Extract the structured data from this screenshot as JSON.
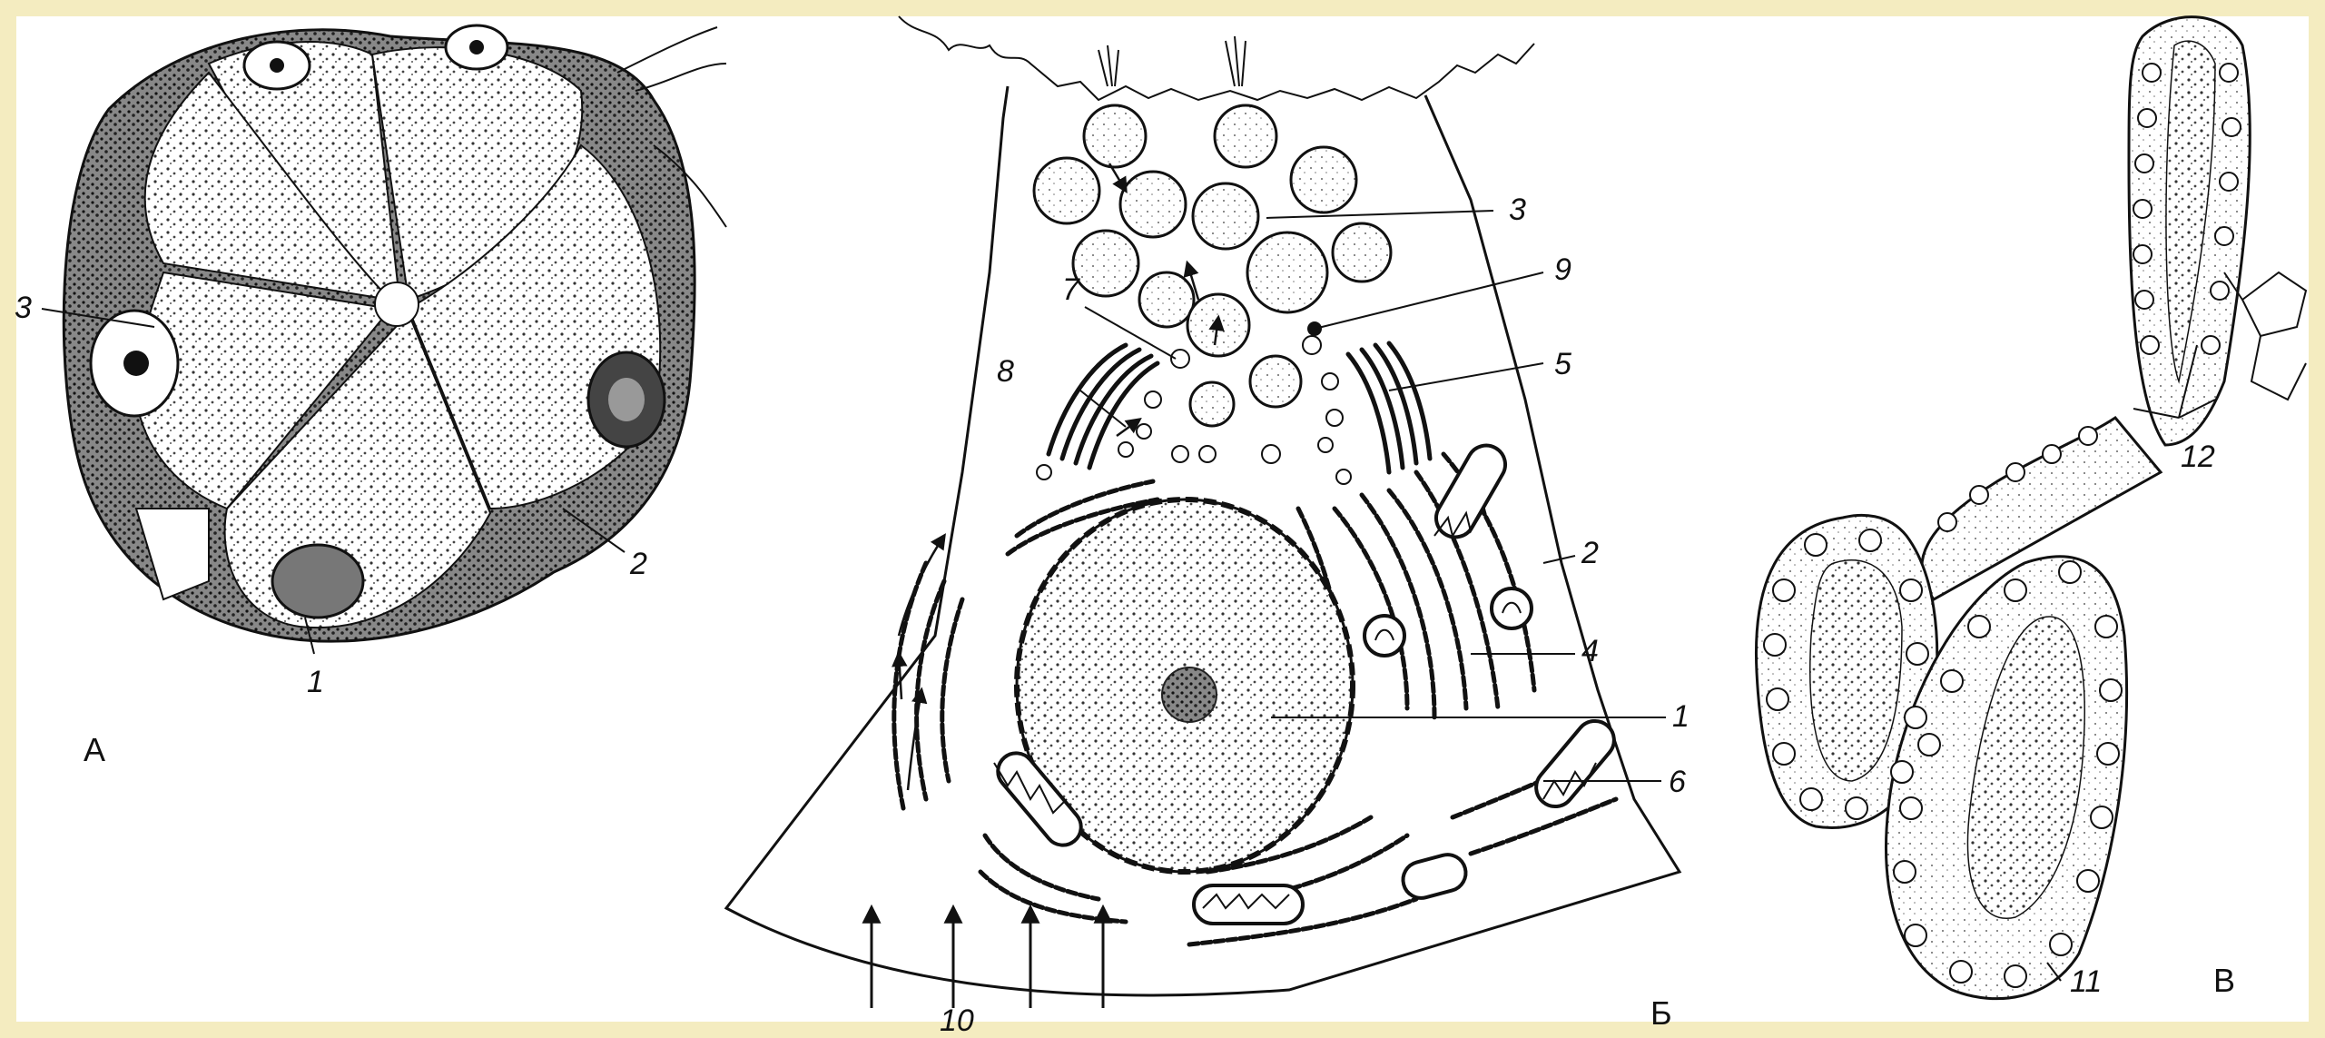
{
  "figure": {
    "panels": [
      {
        "id": "A",
        "label": "А"
      },
      {
        "id": "B",
        "label": "Б"
      },
      {
        "id": "C",
        "label": "В"
      }
    ],
    "callouts_a": [
      "1",
      "2",
      "3"
    ],
    "callouts_b": [
      "1",
      "2",
      "3",
      "4",
      "5",
      "6",
      "7",
      "8",
      "9",
      "10"
    ],
    "callouts_c": [
      "11",
      "12"
    ]
  }
}
